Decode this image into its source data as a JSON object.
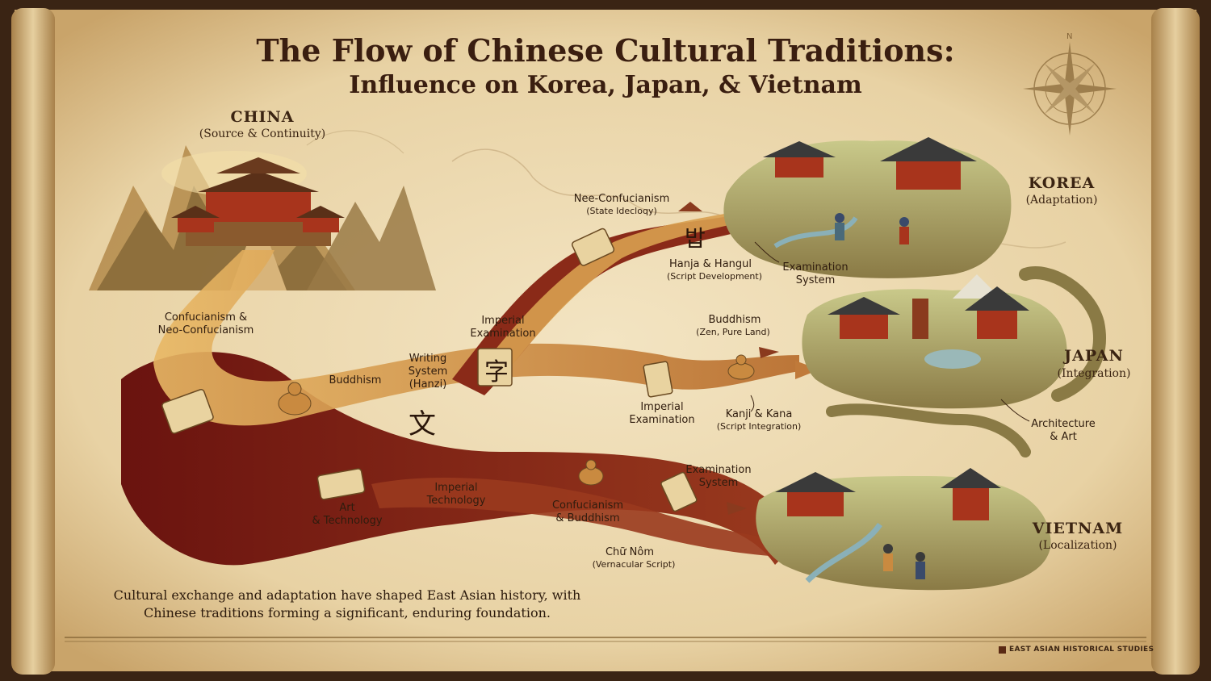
{
  "title": {
    "line1": "The Flow of Chinese Cultural Traditions:",
    "line2": "Influence on Korea, Japan, & Vietnam"
  },
  "regions": {
    "china": {
      "name": "CHINA",
      "role": "(Source & Continuity)"
    },
    "korea": {
      "name": "KOREA",
      "role": "(Adaptation)"
    },
    "japan": {
      "name": "JAPAN",
      "role": "(Integration)"
    },
    "vietnam": {
      "name": "VIETNAM",
      "role": "(Localization)"
    }
  },
  "labels": {
    "confucianism_line1": "Confucianism &",
    "confucianism_line2": "Neo-Confucianism",
    "buddhism": "Buddhism",
    "writing_line1": "Writing",
    "writing_line2": "System",
    "writing_line3": "(Hanzi)",
    "imperial_exam_line1": "Imperial",
    "imperial_exam_line2": "Examination",
    "art_line1": "Art",
    "art_line2": "& Technology",
    "imperial_tech_line1": "Imperial",
    "imperial_tech_line2": "Technology",
    "neo_confucianism": "Nee-Confucianism",
    "state_ideology": "(State Idecloqy)",
    "hanja_hangul": "Hanja & Hangul",
    "script_development": "(Script Development)",
    "korea_exam_line1": "Examination",
    "korea_exam_line2": "System",
    "japan_buddhism": "Buddhism",
    "zen_pure_land": "(Zen, Pure Land)",
    "japan_exam_line1": "Imperial",
    "japan_exam_line2": "Examination",
    "kanji_kana": "Kanji & Kana",
    "script_integration": "(Script Integration)",
    "architecture_line1": "Architecture",
    "architecture_line2": "& Art",
    "viet_exam_line1": "Examination",
    "viet_exam_line2": "System",
    "conf_buddhism_line1": "Confucianism",
    "conf_buddhism_line2": "& Buddhism",
    "chu_nom": "Chữ Nôm",
    "vernacular_script": "(Vernacular Script)"
  },
  "glyphs": {
    "zi": "字",
    "wen": "文",
    "bap": "밥"
  },
  "footer": {
    "line1": "Cultural exchange and adaptation have shaped East Asian history, with",
    "line2": "Chinese traditions forming a significant, enduring foundation."
  },
  "credit": "EAST ASIAN HISTORICAL STUDIES",
  "colors": {
    "parchment": "#ecd9b0",
    "flow_gold": "#d9a04a",
    "flow_red": "#7a1a14",
    "ink": "#3b2412"
  },
  "icons": [
    "mountain-icon",
    "palace-icon",
    "scroll-icon",
    "buddha-icon",
    "compass-rose-icon",
    "pagoda-icon",
    "arrow-icon"
  ]
}
